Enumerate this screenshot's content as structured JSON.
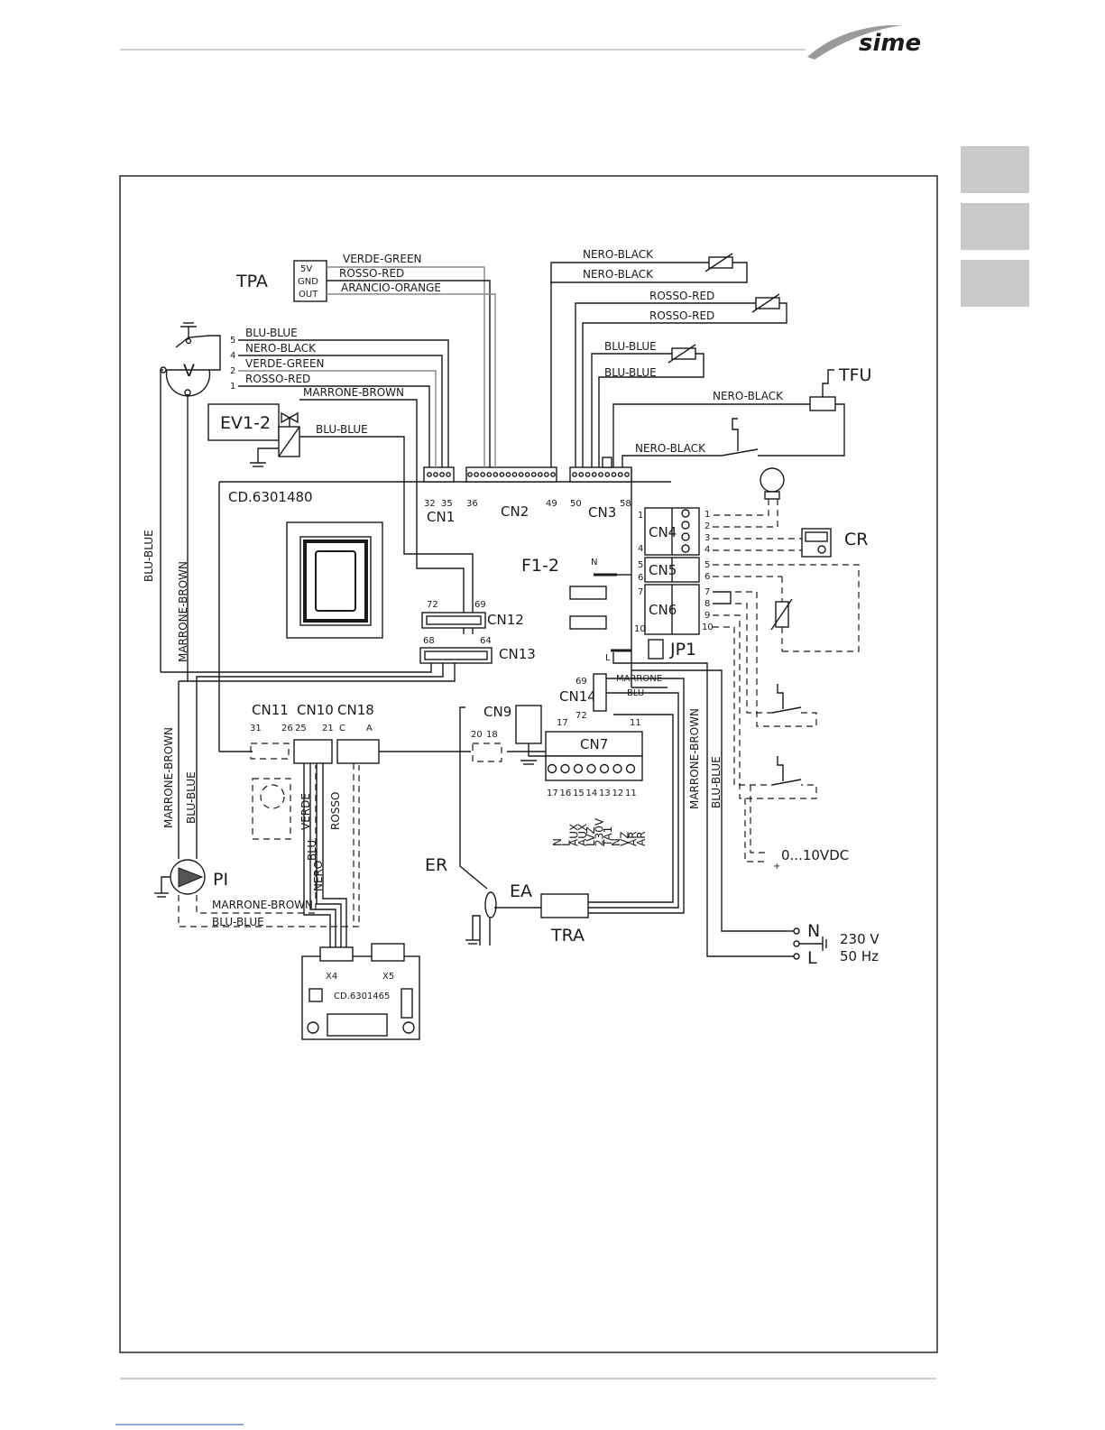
{
  "brand": {
    "logo": "sime",
    "accent": "#1a1a1a",
    "tab_color": "#c9c9c9"
  },
  "board": {
    "code": "CD.6301480",
    "connectors": {
      "cn1": "CN1",
      "cn2": "CN2",
      "cn3": "CN3",
      "cn4": "CN4",
      "cn5": "CN5",
      "cn6": "CN6",
      "cn7": "CN7",
      "cn9": "CN9",
      "cn10": "CN10",
      "cn11": "CN11",
      "cn12": "CN12",
      "cn13": "CN13",
      "cn14": "CN14",
      "cn18": "CN18",
      "jp1": "JP1"
    },
    "pins": {
      "cn1_a": "32",
      "cn1_b": "35",
      "cn2_a": "36",
      "cn2_b": "49",
      "cn3_a": "50",
      "cn3_b": "58",
      "cn12_a": "72",
      "cn12_b": "69",
      "cn13_a": "68",
      "cn13_b": "64",
      "cn11_a": "31",
      "cn11_b": "26",
      "cn10_a": "25",
      "cn10_b": "21",
      "cn18_a": "C",
      "cn18_b": "A",
      "cn9_a": "20",
      "cn9_b": "18",
      "cn7_a": "17",
      "cn7_b": "11",
      "cn14_a": "69",
      "cn14_b": "72",
      "cn4": [
        "1",
        "2",
        "3",
        "4"
      ],
      "cn5": [
        "5",
        "6"
      ],
      "cn6": [
        "7",
        "8",
        "9",
        "10"
      ],
      "cn7_terms": [
        "17",
        "16",
        "15",
        "14",
        "13",
        "12",
        "11"
      ],
      "fan": [
        "5",
        "4",
        "2",
        "1"
      ]
    },
    "terminal_labels": [
      "N",
      "L",
      "AUX",
      "AUX",
      "LVZ",
      "230V",
      "TA1",
      "N",
      "VZ",
      "AR",
      "AR"
    ]
  },
  "components": {
    "tpa": "TPA",
    "tpa_pins": [
      "5V",
      "GND",
      "OUT"
    ],
    "fan": "V",
    "valve": "EV1-2",
    "fuses": "F1-2",
    "tfu": "TFU",
    "cr": "CR",
    "pump": "PI",
    "er": "ER",
    "ea": "EA",
    "tra": "TRA",
    "n_tag": "N",
    "l_tag": "L",
    "vdc": "0...10VDC",
    "vdc_sign": "+"
  },
  "expansion": {
    "code": "CD.6301465",
    "x4": "X4",
    "x5": "X5"
  },
  "wires": {
    "verde_green": "VERDE-GREEN",
    "rosso_red": "ROSSO-RED",
    "arancio_orange": "ARANCIO-ORANGE",
    "nero_black": "NERO-BLACK",
    "blu_blue": "BLU-BLUE",
    "marrone_brown": "MARRONE-BROWN",
    "marrone_brown_spaced": "MARRONE-BROWN",
    "marrone": "MARRONE",
    "blu": "BLU",
    "verde": "VERDE",
    "rosso": "ROSSO",
    "nero": "NERO"
  },
  "mains": {
    "n": "N",
    "l": "L",
    "voltage": "230 V",
    "freq": "50 Hz"
  }
}
